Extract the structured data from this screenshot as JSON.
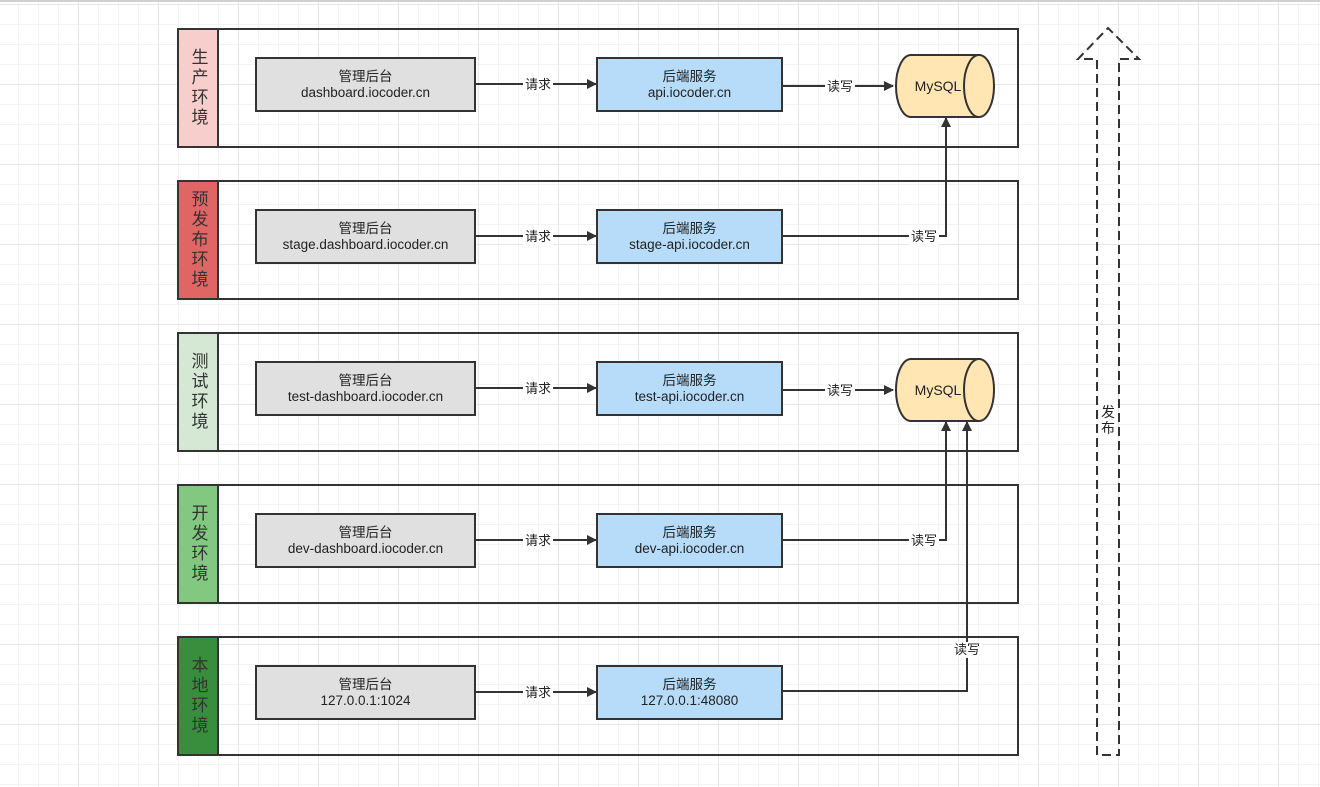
{
  "environments": [
    {
      "label": "生产环境",
      "color": "#f8cecc",
      "admin": [
        "管理后台",
        "dashboard.iocoder.cn"
      ],
      "backend": [
        "后端服务",
        "api.iocoder.cn"
      ],
      "request_label": "请求",
      "rw_label": "读写"
    },
    {
      "label": "预发布环境",
      "color": "#e06666",
      "admin": [
        "管理后台",
        "stage.dashboard.iocoder.cn"
      ],
      "backend": [
        "后端服务",
        "stage-api.iocoder.cn"
      ],
      "request_label": "请求",
      "rw_label": "读写"
    },
    {
      "label": "测试环境",
      "color": "#d5e8d4",
      "admin": [
        "管理后台",
        "test-dashboard.iocoder.cn"
      ],
      "backend": [
        "后端服务",
        "test-api.iocoder.cn"
      ],
      "request_label": "请求",
      "rw_label": "读写"
    },
    {
      "label": "开发环境",
      "color": "#82c881",
      "admin": [
        "管理后台",
        "dev-dashboard.iocoder.cn"
      ],
      "backend": [
        "后端服务",
        "dev-api.iocoder.cn"
      ],
      "request_label": "请求",
      "rw_label": "读写"
    },
    {
      "label": "本地环境",
      "color": "#388e3c",
      "admin": [
        "管理后台",
        "127.0.0.1:1024"
      ],
      "backend": [
        "后端服务",
        "127.0.0.1:48080"
      ],
      "request_label": "请求",
      "rw_label": "读写"
    }
  ],
  "databases": [
    {
      "label": "MySQL",
      "color": "#ffe6b3"
    },
    {
      "label": "MySQL",
      "color": "#ffe6b3"
    }
  ],
  "publish_label": "发布"
}
